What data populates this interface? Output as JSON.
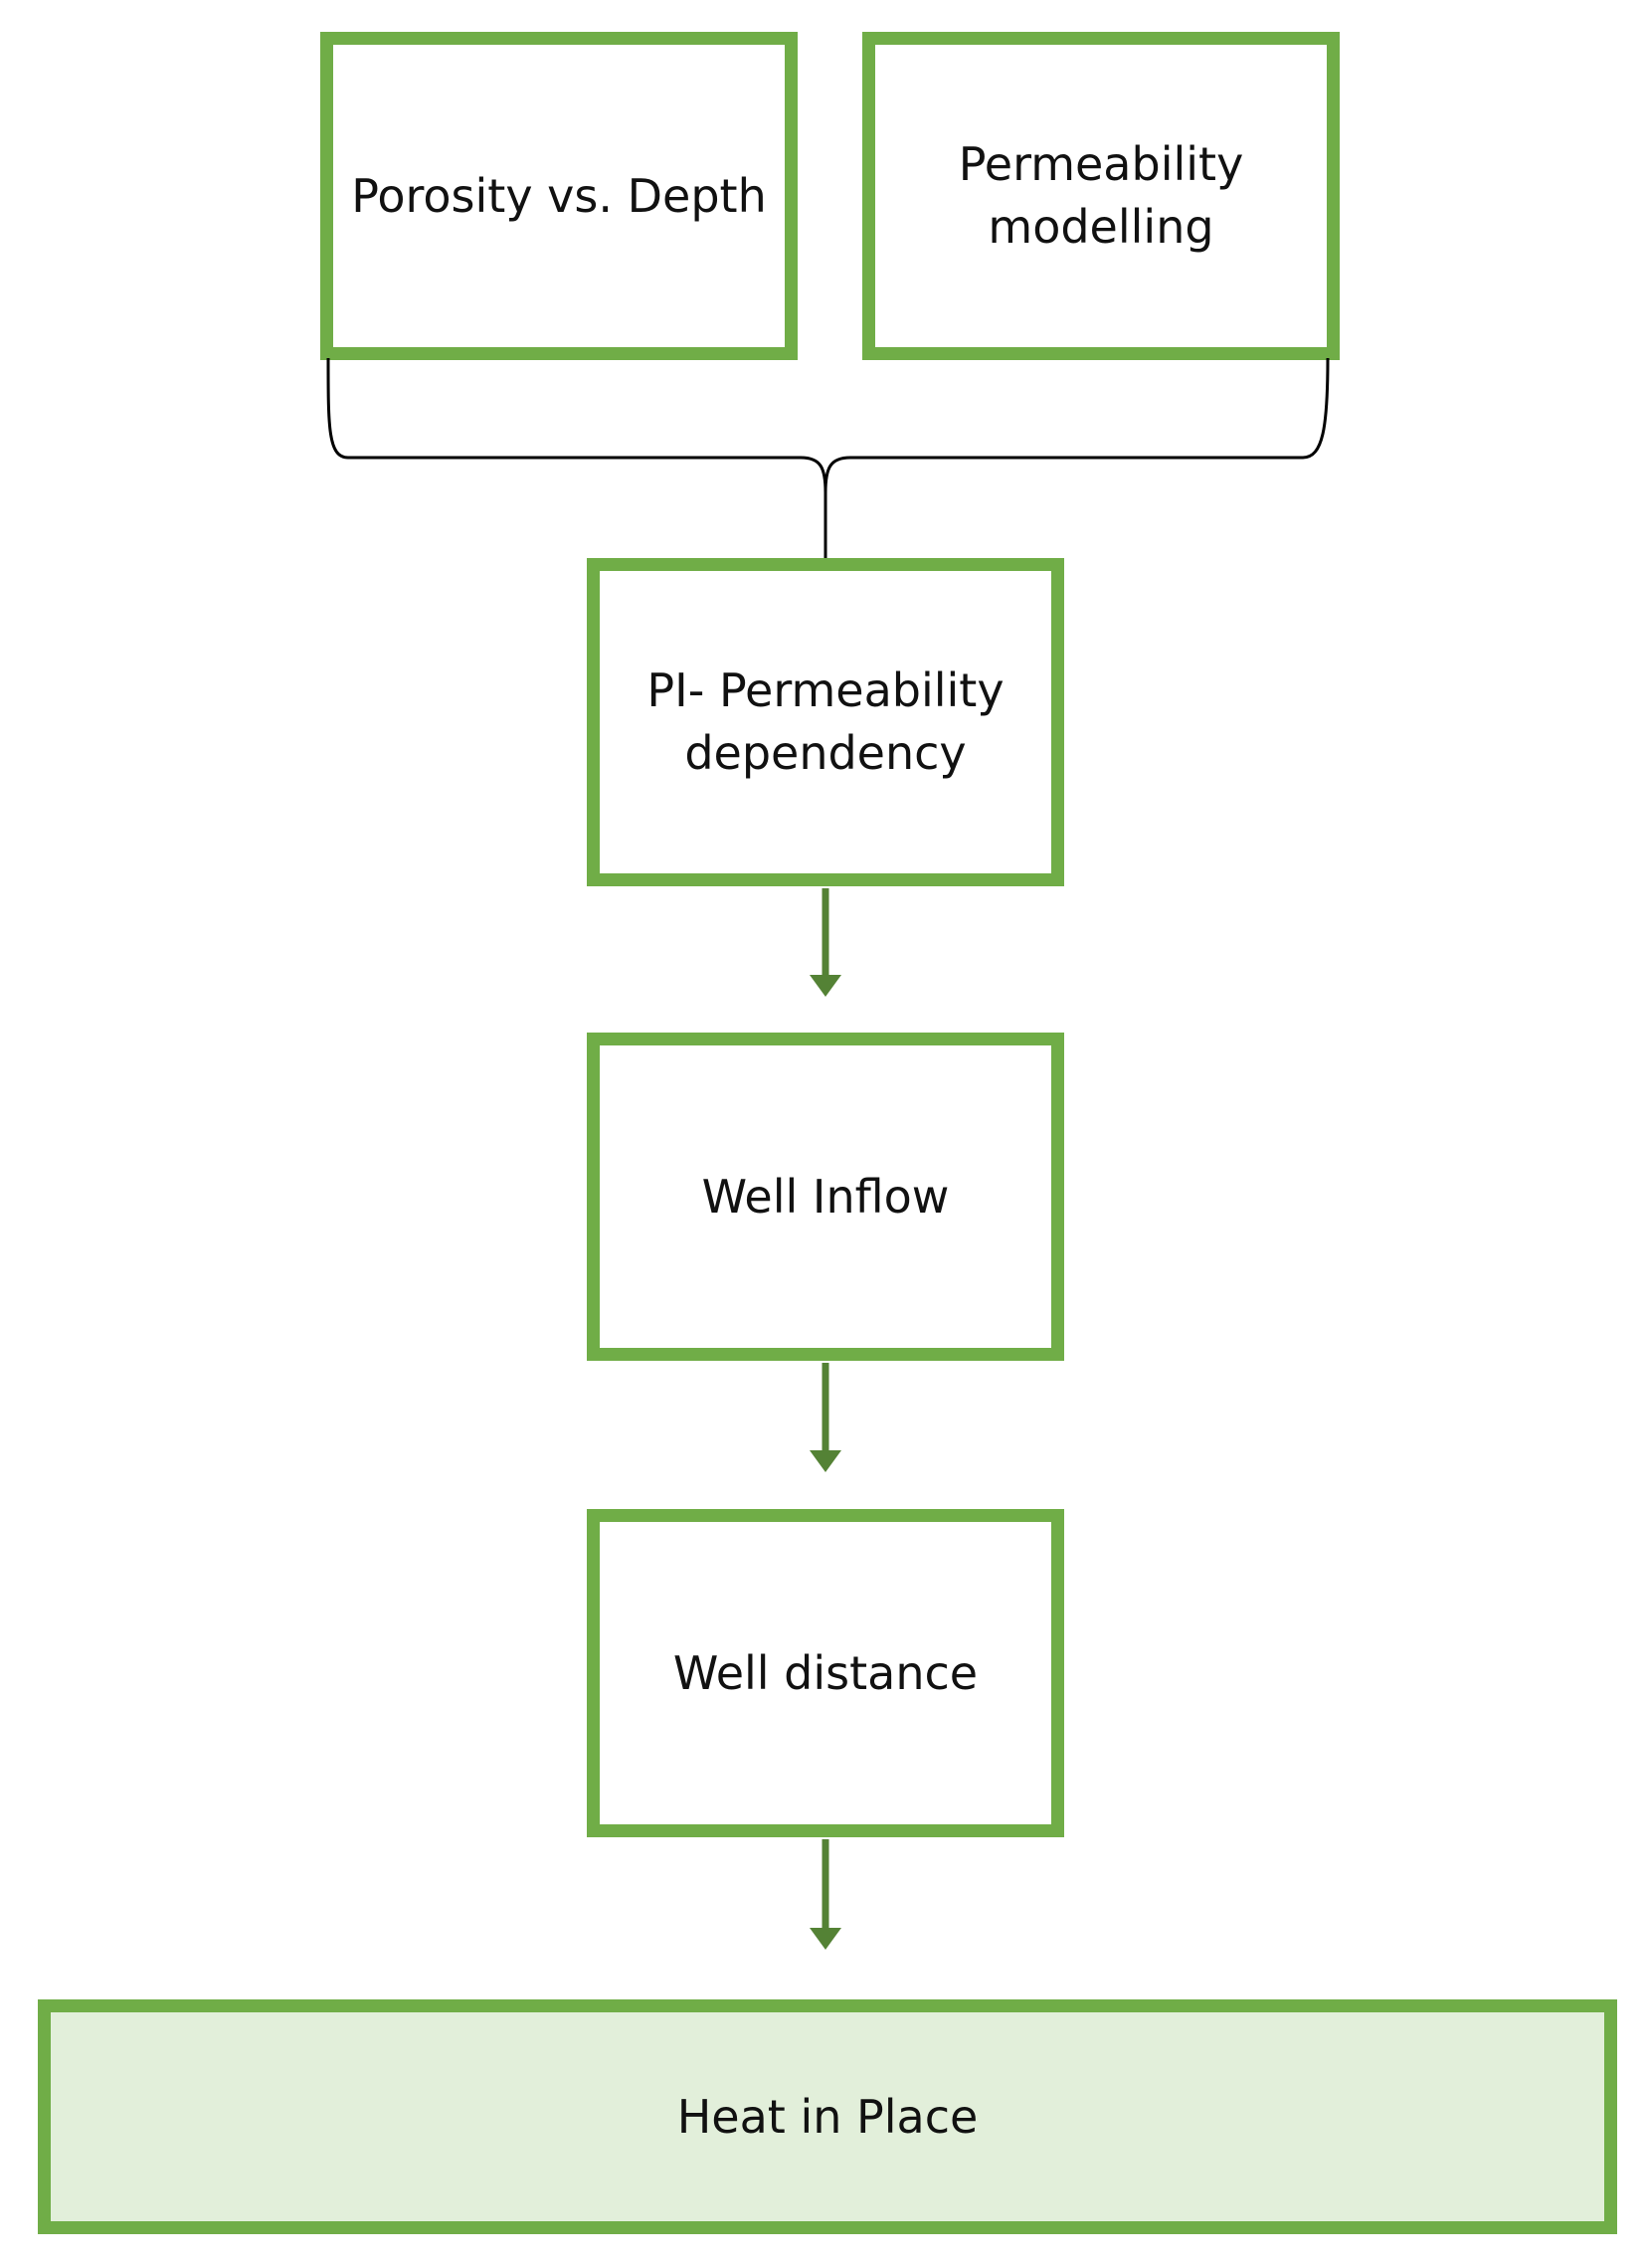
{
  "diagram": {
    "title": "",
    "colors": {
      "box_border": "#70ad47",
      "arrow": "#548235",
      "bracket": "#000000",
      "final_fill": "#e2efda"
    },
    "nodes": {
      "porosity_depth": "Porosity vs. Depth",
      "permeability_modelling": "Permeability\nmodelling",
      "pi_permeability": "PI- Permeability\ndependency",
      "well_inflow": "Well Inflow",
      "well_distance": "Well distance",
      "heat_in_place": "Heat in Place"
    },
    "edges": [
      {
        "from": "porosity_depth",
        "to": "pi_permeability",
        "style": "brace"
      },
      {
        "from": "permeability_modelling",
        "to": "pi_permeability",
        "style": "brace"
      },
      {
        "from": "pi_permeability",
        "to": "well_inflow",
        "style": "arrow"
      },
      {
        "from": "well_inflow",
        "to": "well_distance",
        "style": "arrow"
      },
      {
        "from": "well_distance",
        "to": "heat_in_place",
        "style": "arrow"
      }
    ]
  }
}
